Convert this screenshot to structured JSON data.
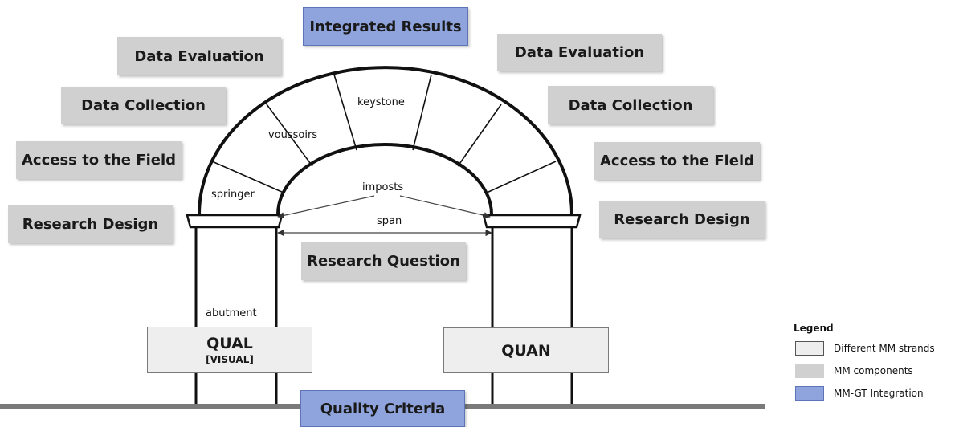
{
  "components_left": [
    "Data Evaluation",
    "Data Collection",
    "Access to the Field",
    "Research Design"
  ],
  "components_right": [
    "Data Evaluation",
    "Data Collection",
    "Access to the Field",
    "Research Design"
  ],
  "integrated_results": "Integrated Results",
  "research_question": "Research Question",
  "quality_criteria": "Quality Criteria",
  "strands": {
    "qual": "QUAL",
    "qual_sub": "[VISUAL]",
    "quan": "QUAN"
  },
  "arch_labels": {
    "keystone": "keystone",
    "voussoirs": "voussoirs",
    "springer": "springer",
    "imposts": "imposts",
    "span": "span",
    "abutment": "abutment"
  },
  "legend": {
    "title": "Legend",
    "items": [
      {
        "label": "Different MM strands",
        "color": "#eeeeee"
      },
      {
        "label": "MM components",
        "color": "#d0d0d0"
      },
      {
        "label": "MM-GT Integration",
        "color": "#8fa4dc"
      }
    ]
  }
}
